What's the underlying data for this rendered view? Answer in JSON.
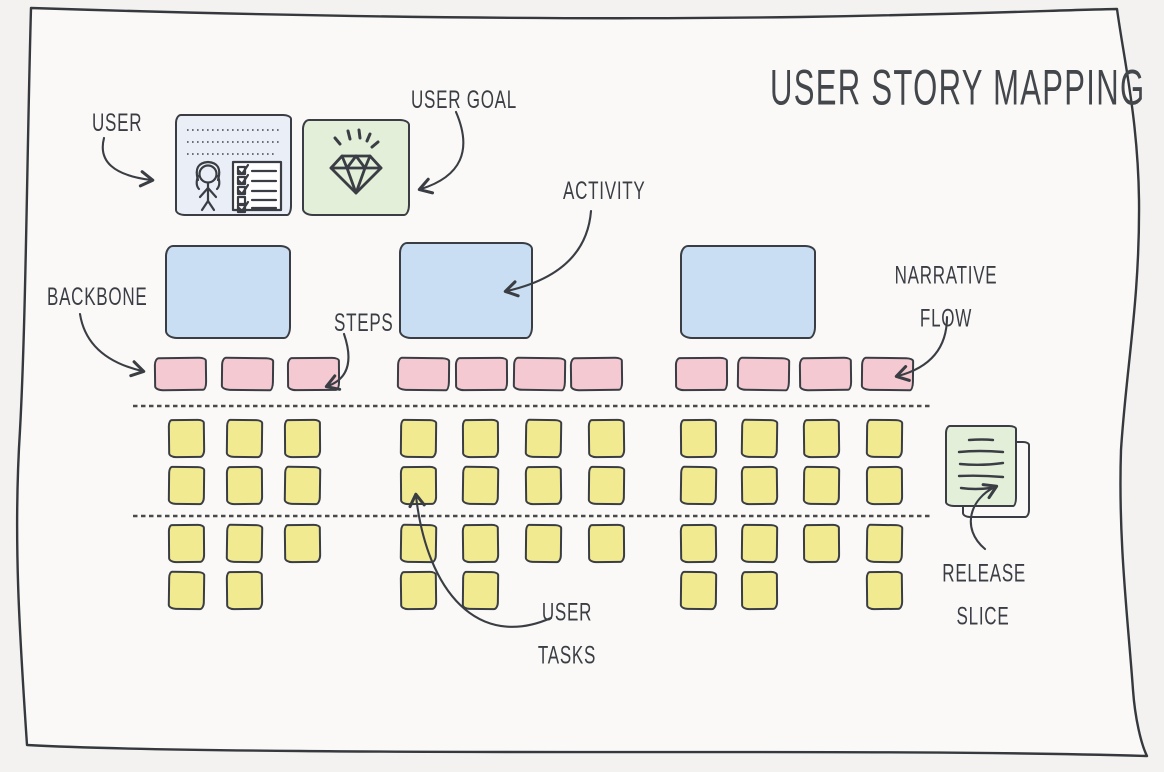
{
  "title": "USER STORY MAPPING",
  "annotations": {
    "user": "USER",
    "user_goal": "USER GOAL",
    "activity": "ACTIVITY",
    "backbone": "BACKBONE",
    "steps": "STEPS",
    "narrative_flow": [
      "NARRATIVE",
      "FLOW"
    ],
    "user_tasks": [
      "USER",
      "TASKS"
    ],
    "release_slice": [
      "RELEASE",
      "SLICE"
    ]
  },
  "colors": {
    "ink": "#3a3e44",
    "paper": "#faf9f7",
    "activity_note": "#c9def2",
    "step_note": "#f5c9d1",
    "task_note": "#f2ea90",
    "goal_note": "#e3efd9",
    "user_card": "#eaeff7"
  },
  "board": {
    "groups": [
      {
        "id": "group-1",
        "has_activity_box": true,
        "step_count": 3,
        "task_rows": [
          [
            0,
            1,
            2
          ],
          [
            0,
            1,
            2
          ],
          [
            0,
            1,
            2
          ],
          [
            0,
            1
          ]
        ]
      },
      {
        "id": "group-2",
        "has_activity_box": true,
        "step_count": 4,
        "task_rows": [
          [
            0,
            1,
            2,
            3
          ],
          [
            0,
            1,
            2,
            3
          ],
          [
            0,
            1,
            2,
            3
          ],
          [
            0,
            1
          ]
        ]
      },
      {
        "id": "group-3",
        "has_activity_box": true,
        "step_count": 4,
        "task_rows": [
          [
            0,
            1,
            2,
            3
          ],
          [
            0,
            1,
            2,
            3
          ],
          [
            0,
            1,
            2,
            3
          ],
          [
            0,
            1,
            3
          ]
        ]
      }
    ],
    "release_slice_count": 2
  }
}
